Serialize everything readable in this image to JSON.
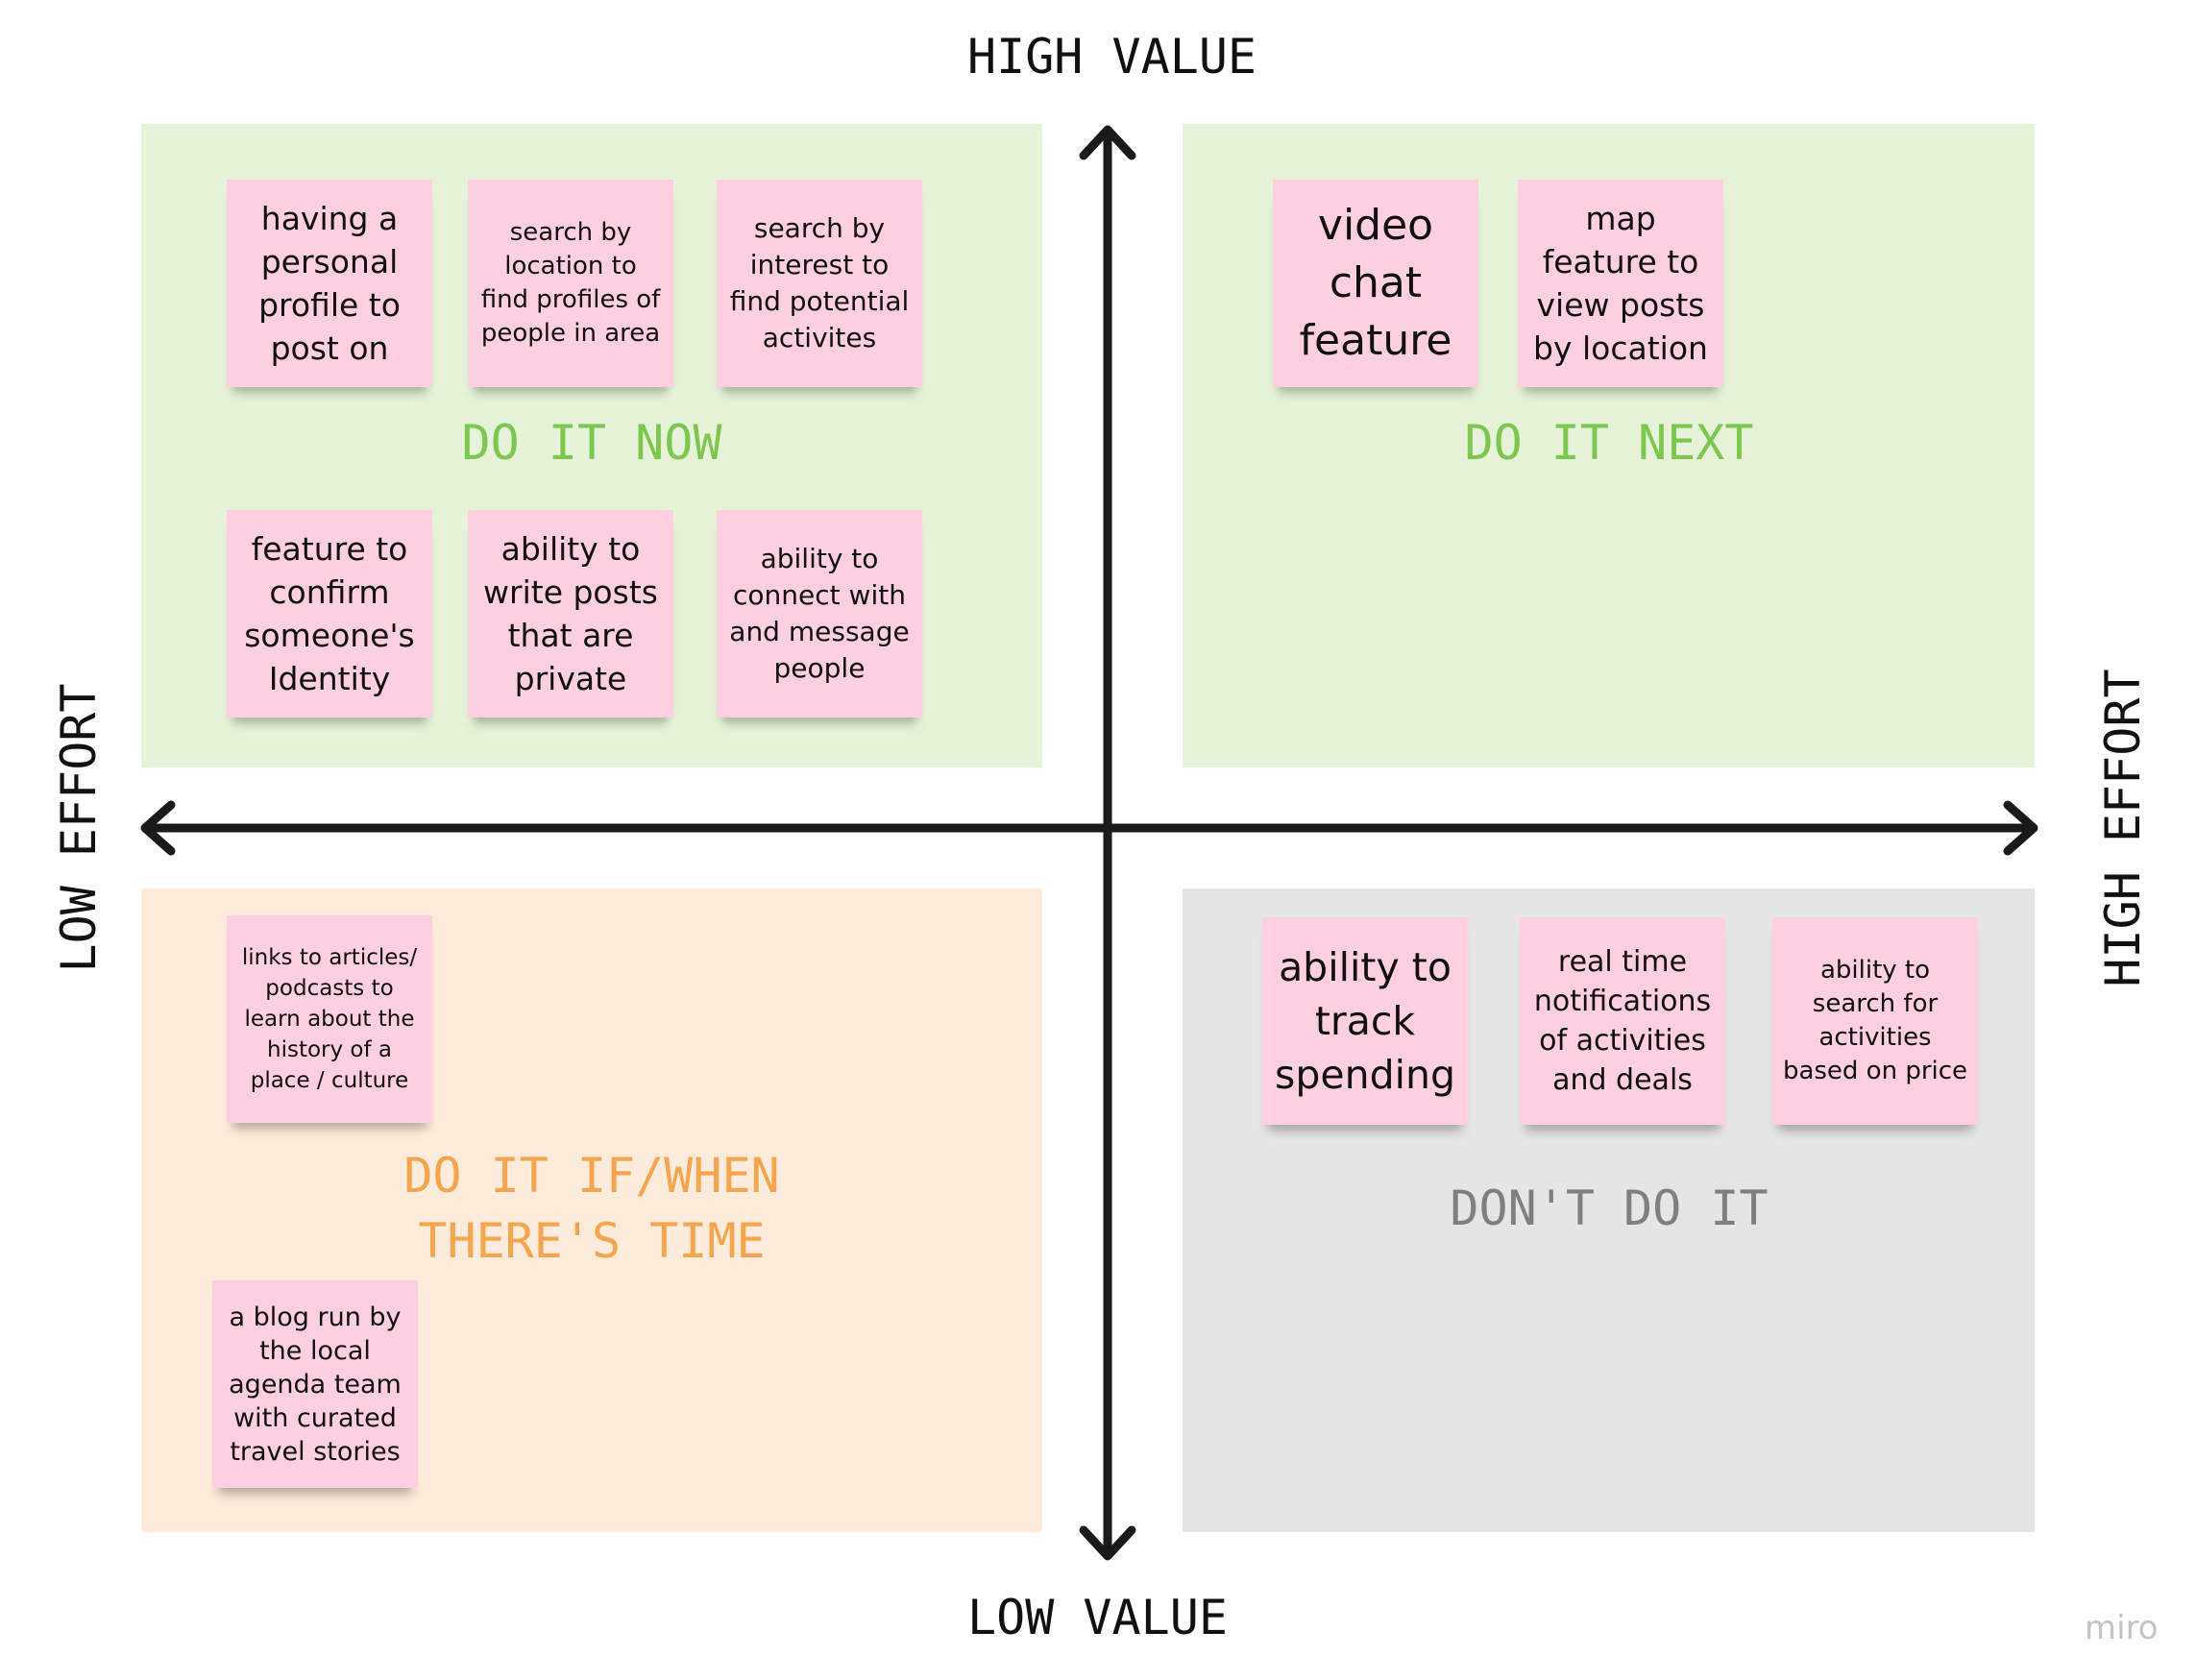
{
  "axes": {
    "top": "HIGH VALUE",
    "bottom": "LOW VALUE",
    "left": "LOW EFFORT",
    "right": "HIGH EFFORT"
  },
  "quadrants": {
    "do_it_now": {
      "label": "DO IT NOW",
      "color": "#7cc84f"
    },
    "do_it_next": {
      "label": "DO IT NEXT",
      "color": "#7cc84f"
    },
    "do_it_time": {
      "label": "DO IT IF/WHEN\nTHERE'S TIME",
      "color": "#f5a54e"
    },
    "dont_do_it": {
      "label": "DON'T DO IT",
      "color": "#7f7f7f"
    }
  },
  "notes": {
    "n1": "having a personal profile to post on",
    "n2": "search by location to find profiles of people in area",
    "n3": "search by interest to find potential activites",
    "n4": "feature to confirm someone's Identity",
    "n5": "ability to write posts that are private",
    "n6": "ability to connect with and message people",
    "n7": "video chat feature",
    "n8": "map feature to view posts by location",
    "n9": "links to articles/ podcasts to learn about the history of a place / culture",
    "n10": "a blog run by the local agenda team with curated travel stories",
    "n11": "ability to track spending",
    "n12": "real time notifications of activities and deals",
    "n13": "ability to search for activities based on price"
  },
  "brand": "miro"
}
